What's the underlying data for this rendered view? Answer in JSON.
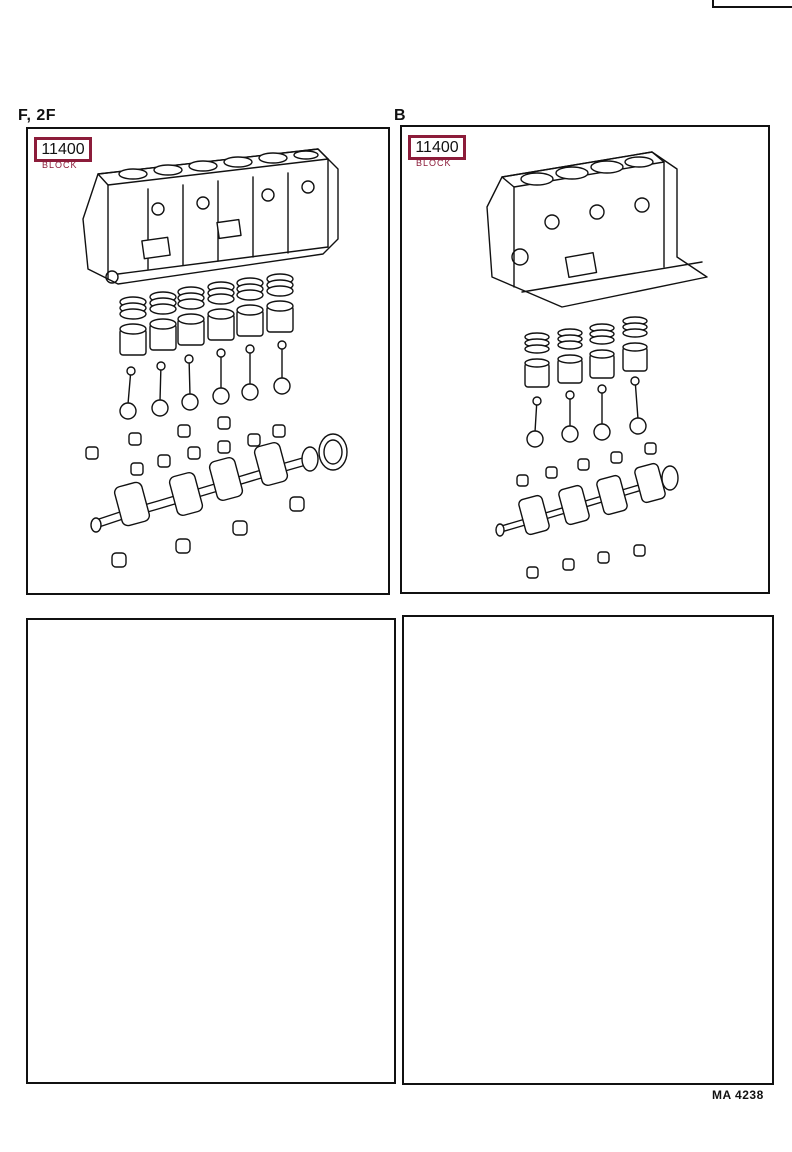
{
  "panels": [
    {
      "engine": "F, 2F",
      "part_number": "11400",
      "part_name": "BLOCK"
    },
    {
      "engine": "B",
      "part_number": "11400",
      "part_name": "BLOCK"
    }
  ],
  "footer": {
    "reference": "MA 4238"
  },
  "colors": {
    "tag_border": "#8c1c3a",
    "line": "#111111"
  }
}
